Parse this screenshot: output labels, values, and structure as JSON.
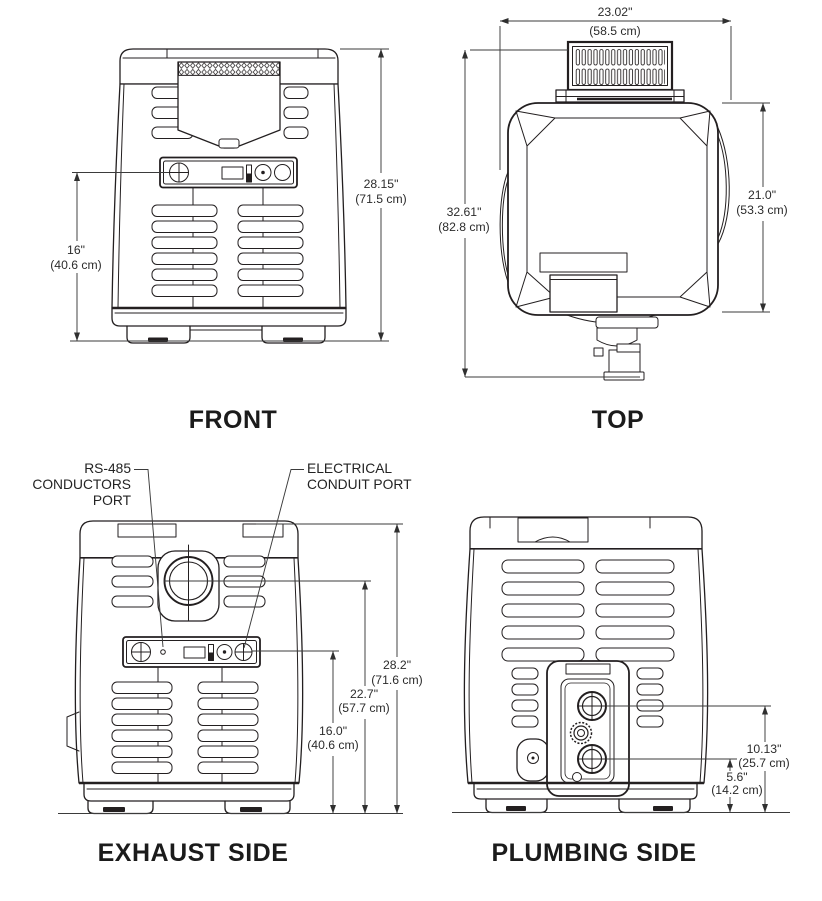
{
  "figure": {
    "views": {
      "front": {
        "title": "FRONT",
        "dims": {
          "overall_height_in": "28.15\"",
          "overall_height_cm": "(71.5 cm)",
          "panel_height_in": "16\"",
          "panel_height_cm": "(40.6 cm)"
        }
      },
      "top": {
        "title": "TOP",
        "dims": {
          "width_in": "23.02\"",
          "width_cm": "(58.5 cm)",
          "overall_depth_in": "32.61\"",
          "overall_depth_cm": "(82.8 cm)",
          "body_depth_in": "21.0\"",
          "body_depth_cm": "(53.3 cm)"
        }
      },
      "exhaust": {
        "title": "EXHAUST SIDE",
        "callouts": {
          "rs485_line1": "RS-485",
          "rs485_line2": "CONDUCTORS",
          "rs485_line3": "PORT",
          "electrical_line1": "ELECTRICAL",
          "electrical_line2": "CONDUIT PORT"
        },
        "dims": {
          "overall_height_in": "28.2\"",
          "overall_height_cm": "(71.6 cm)",
          "exhaust_center_in": "22.7\"",
          "exhaust_center_cm": "(57.7 cm)",
          "panel_height_in": "16.0\"",
          "panel_height_cm": "(40.6 cm)"
        }
      },
      "plumbing": {
        "title": "PLUMBING SIDE",
        "dims": {
          "upper_port_in": "10.13\"",
          "upper_port_cm": "(25.7 cm)",
          "lower_port_in": "5.6\"",
          "lower_port_cm": "(14.2 cm)"
        }
      }
    }
  }
}
